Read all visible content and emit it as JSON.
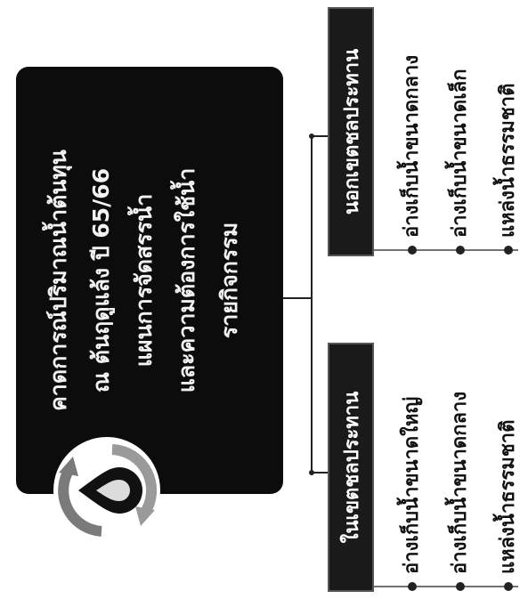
{
  "main": {
    "lines": [
      "คาดการณ์ปริมาณน้ำต้นทุน",
      "ณ ต้นฤดูแล้ง ปี 65/66",
      "แผนการจัดสรรน้ำ",
      "และความต้องการใช้น้ำ",
      "รายกิจกรรม"
    ]
  },
  "logo_icon": "water-drop-recycle-icon",
  "left_section": {
    "title": "ในเขตชลประทาน",
    "items": [
      "อ่างเก็บน้ำขนาดใหญ่",
      "อ่างเก็บน้ำขนาดกลาง",
      "แหล่งน้ำธรรมชาติ"
    ]
  },
  "right_section": {
    "title": "นอกเขตชลประทาน",
    "items": [
      "อ่างเก็บน้ำขนาดกลาง",
      "อ่างเก็บน้ำขนาดเล็ก",
      "แหล่งน้ำธรรมชาติ"
    ]
  }
}
